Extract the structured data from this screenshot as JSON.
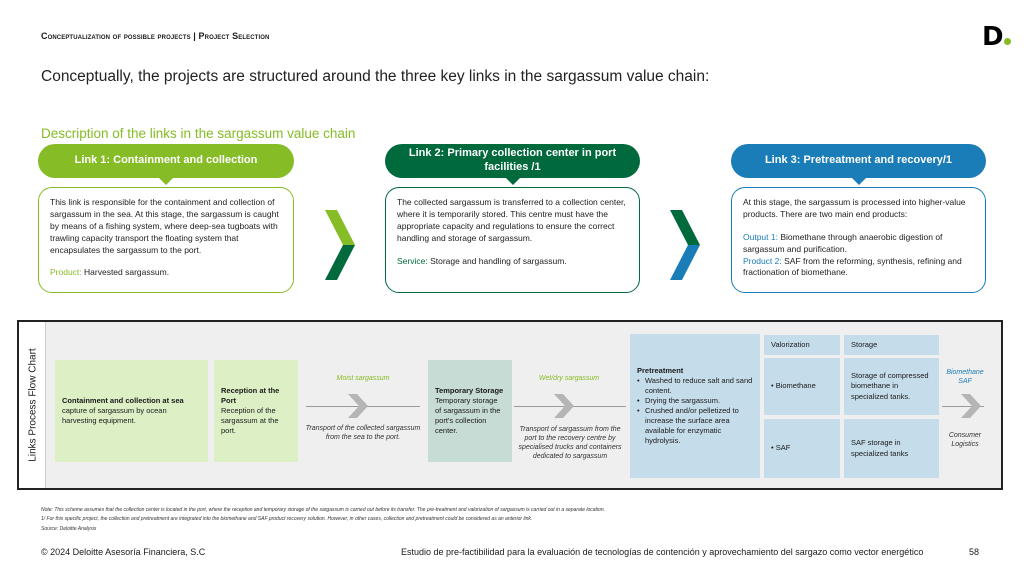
{
  "header": {
    "breadcrumb_left": "Conceptualization of possible projects",
    "breadcrumb_sep": " | ",
    "breadcrumb_right": "Project Selection",
    "logo": "D",
    "logo_dot_color": "#86bc25"
  },
  "headline": "Conceptually, the projects are structured around the three key links in the sargassum value chain:",
  "section_title": "Description of the links in the sargassum value chain",
  "colors": {
    "green": "#86bc25",
    "green_dark": "#69a021",
    "dark_green": "#006a3c",
    "blue": "#1b7db8",
    "dark_blue": "#0b6aa1"
  },
  "links": [
    {
      "title": "Link 1: Containment and collection",
      "body": "This link is responsible for the containment and collection of sargassum in the sea. At this stage, the sargassum is caught by means of a fishing system, where deep-sea tugboats with trawling capacity transport the floating system that encapsulates the sargassum to the port.",
      "extra_label": "Product:",
      "extra_text": " Harvested sargassum."
    },
    {
      "title": "Link 2: Primary collection center in port facilities /1",
      "body": "The collected sargassum is transferred to a collection center, where it is temporarily stored. This centre must have the appropriate capacity and regulations to ensure the correct handling and storage of sargassum.",
      "extra_label": "Service:",
      "extra_text": " Storage and handling of sargassum."
    },
    {
      "title": "Link 3: Pretreatment and recovery/1",
      "body": "At this stage, the sargassum is processed into higher-value products. There are two main end products:",
      "output1_label": "Output 1:",
      "output1_text": " Biomethane through anaerobic digestion of sargassum and purification.",
      "product2_label": "Product 2:",
      "product2_text": " SAF from the reforming, synthesis, refining and fractionation of biomethane."
    }
  ],
  "flow": {
    "side_label": "Links Process Flow Chart",
    "step1_title": "Containment and collection at sea",
    "step1_text": "capture of sargassum by ocean harvesting equipment.",
    "step2_title": "Reception at the Port",
    "step2_text": "Reception of the sargassum at the port.",
    "moist_label": "Moist sargassum",
    "transport1": "Transport of the collected sargassum from the sea to the port.",
    "step3_title": "Temporary Storage",
    "step3_text": "Temporary storage of sargassum in the port's collection center.",
    "wetdry_label": "Wet/dry sargassum",
    "transport2": "Transport of sargassum from the port to the recovery centre by specialised trucks and containers dedicated to sargassum",
    "pretreat_title": "Pretreatment",
    "pretreat_items": [
      "Washed to reduce salt and sand content.",
      "Drying the sargassum.",
      "Crushed and/or pelletized to increase the surface area available for enzymatic hydrolysis."
    ],
    "valorization_header": "Valorization",
    "storage_header": "Storage",
    "val_biomethane": "Biomethane",
    "val_saf": "SAF",
    "storage_biomethane": "Storage of compressed biomethane in specialized tanks.",
    "storage_saf": "SAF storage in specialized tanks",
    "end_label_top": "Biomethane SAF",
    "end_label_bottom": "Consumer Logistics"
  },
  "notes": {
    "note": "Note: This scheme assumes that the collection center is located in the port, where the reception and temporary storage of the sargassum is carried out before its transfer. The pre-treatment and valorization of sargassum is carried out in a separate location.",
    "footnote": "1/ For this specific project, the collection and pretreatment are integrated into the biomethane and SAF product recovery solution. However, in other cases, collection and pretreatment could be considered as an anterior link.",
    "source": "Source: Deloitte Analysis"
  },
  "footer": {
    "copyright": "© 2024 Deloitte Asesoría Financiera, S.C",
    "study": "Estudio de pre-factibilidad para la evaluación de tecnologías de contención y aprovechamiento del sargazo como vector energético",
    "page": "58"
  }
}
